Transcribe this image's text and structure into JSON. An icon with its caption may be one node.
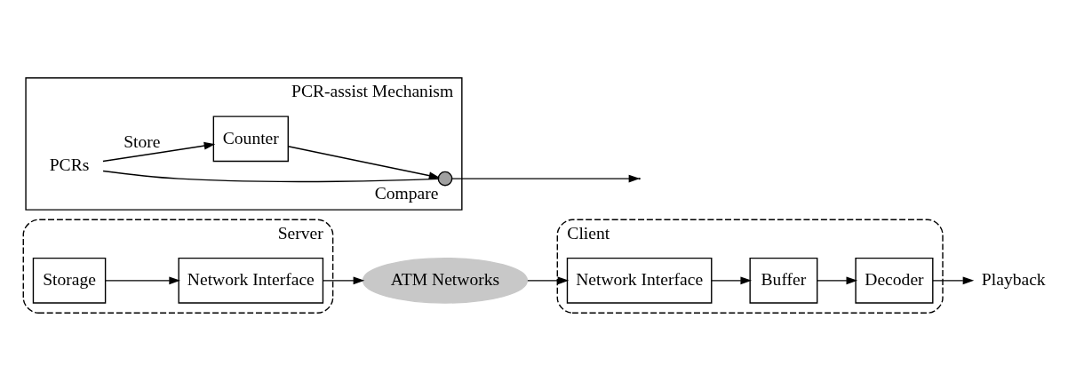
{
  "diagram": {
    "nodes": [
      {
        "text": [
          "Server"
        ]
      },
      {
        "text": [
          "Storage"
        ],
        "in": 0
      },
      {
        "text": [
          "Network Interface"
        ],
        "in": 0
      },
      {
        "text": [
          "ATM Networks"
        ]
      },
      {
        "text": [
          "Client"
        ]
      },
      {
        "text": [
          "Network Interface"
        ],
        "in": 4
      },
      {
        "text": [
          "Buffer"
        ],
        "in": 4
      },
      {
        "text": [
          "Decoder"
        ],
        "in": 4
      },
      {
        "text": [
          "Playback"
        ]
      },
      {
        "text": [
          "PCR-assist Mechanism"
        ]
      },
      {
        "text": [
          "PCRs"
        ],
        "in": 9
      },
      {
        "text": [],
        "shape": "circle",
        "beside": [
          "Compare"
        ],
        "in": 9
      },
      {
        "text": [
          "Counter"
        ],
        "in": 9
      }
    ],
    "edges": [
      {
        "from": 1,
        "to": 2,
        "arrow": "to"
      },
      {
        "from": 2,
        "to": 3,
        "arrow": "to"
      },
      {
        "from": 3,
        "to": 5,
        "arrow": "to"
      },
      {
        "from": 5,
        "to": 6,
        "arrow": "to"
      },
      {
        "from": 6,
        "to": 7,
        "arrow": "to"
      },
      {
        "from": 7,
        "to": 8,
        "arrow": "to"
      },
      {
        "from": 10,
        "to": 11,
        "arrow": "none"
      },
      {
        "from": 11,
        "to": null,
        "arrow": "to"
      },
      {
        "from": 10,
        "to": 12,
        "arrow": "to",
        "label": "Store"
      },
      {
        "from": 12,
        "to": 11,
        "arrow": "to"
      }
    ]
  }
}
